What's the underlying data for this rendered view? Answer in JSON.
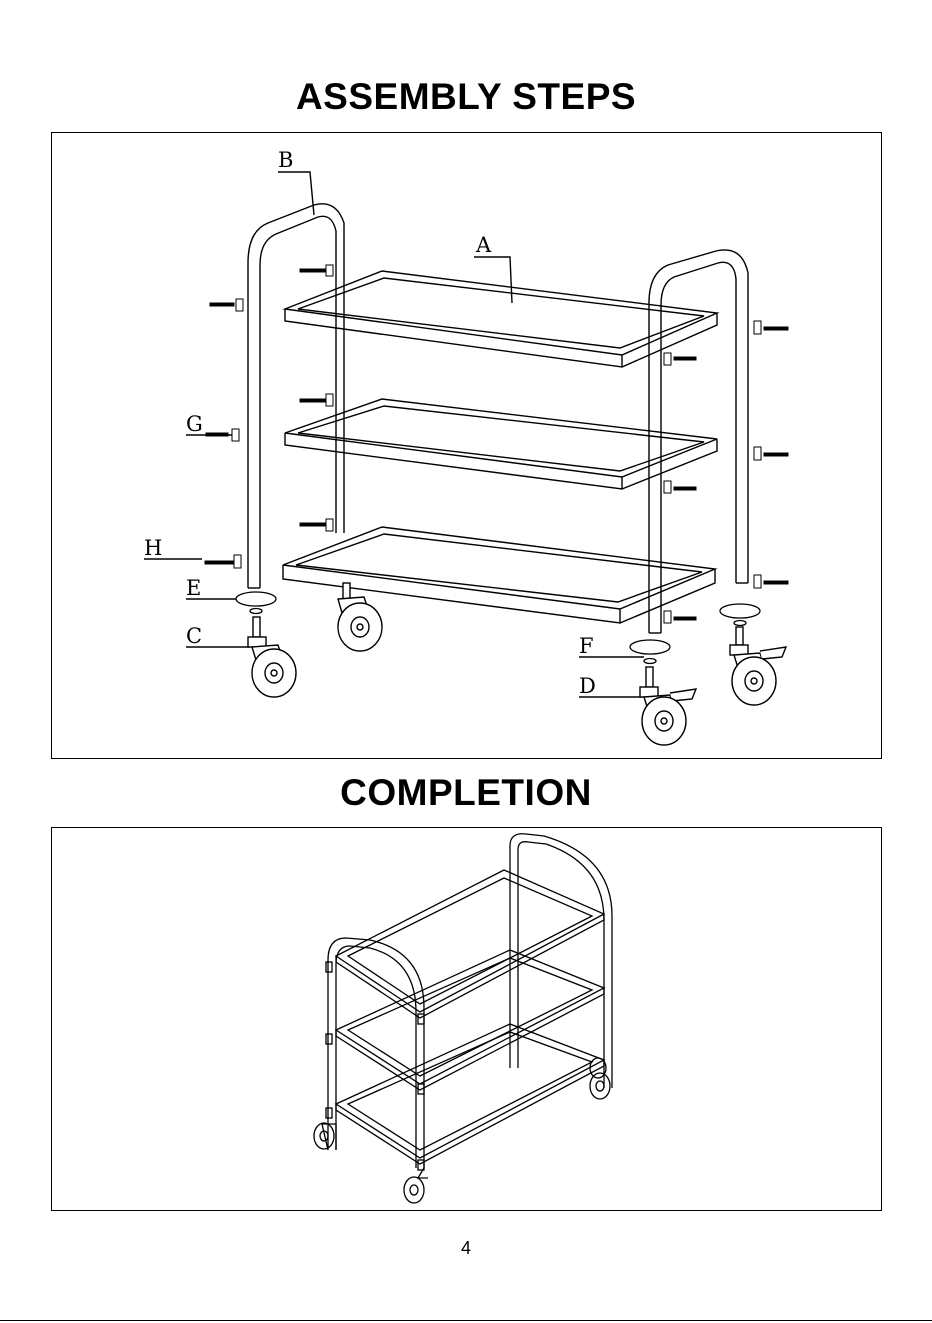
{
  "headings": {
    "assembly": "ASSEMBLY STEPS",
    "completion": "COMPLETION"
  },
  "part_labels": {
    "a": "A",
    "b": "B",
    "c": "C",
    "d": "D",
    "e": "E",
    "f": "F",
    "g": "G",
    "h": "H"
  },
  "page_number": "4"
}
